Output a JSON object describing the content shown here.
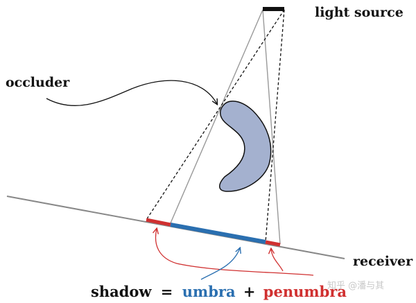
{
  "labels": {
    "light_source": "light source",
    "occluder": "occluder",
    "receiver": "receiver"
  },
  "equation": {
    "shadow": "shadow",
    "equals": "=",
    "umbra": "umbra",
    "plus": "+",
    "penumbra": "penumbra"
  },
  "watermark": "知乎 @潘与其",
  "colors": {
    "umbra": "#2a6fb0",
    "penumbra": "#d03030",
    "occluder_fill": "#a4b1cf",
    "light_source": "#111111",
    "receiver_line": "#888888"
  }
}
